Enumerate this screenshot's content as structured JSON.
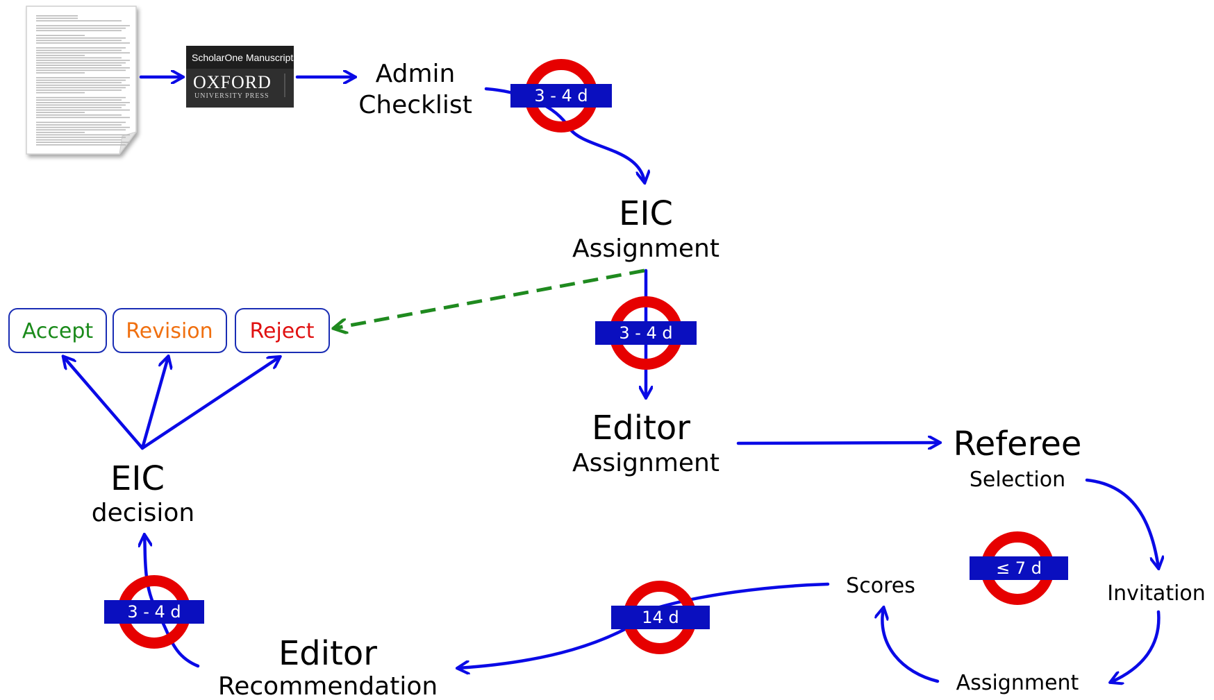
{
  "colors": {
    "arrow": "#0a0ae6",
    "dashed": "#1f8a1f",
    "roundel_ring": "#e60000",
    "roundel_bar": "#0a0fbf",
    "accept": "#1a8a1a",
    "revision": "#f07010",
    "reject": "#e01010",
    "box_border": "#1a2db4"
  },
  "submission": {
    "brand_top": "ScholarOne Manuscripts™",
    "brand_main": "OXFORD",
    "brand_sub": "UNIVERSITY PRESS"
  },
  "nodes": {
    "admin_checklist": {
      "line1": "Admin",
      "line2": "Checklist"
    },
    "eic_assignment": {
      "line1": "EIC",
      "line2": "Assignment"
    },
    "editor_assignment": {
      "line1": "Editor",
      "line2": "Assignment"
    },
    "referee_selection": {
      "line1": "Referee",
      "line2": "Selection"
    },
    "invitation": "Invitation",
    "assignment": "Assignment",
    "scores": "Scores",
    "editor_recommendation": {
      "line1": "Editor",
      "line2": "Recommendation"
    },
    "eic_decision": {
      "line1": "EIC",
      "line2": "decision"
    }
  },
  "outcomes": {
    "accept": "Accept",
    "revision": "Revision",
    "reject": "Reject"
  },
  "timings": {
    "admin_to_eic": "3 - 4 d",
    "eic_to_editor": "3 - 4 d",
    "referee_cycle": "≤ 7 d",
    "scores_to_recommendation": "14 d",
    "recommendation_to_decision": "3 - 4 d"
  }
}
